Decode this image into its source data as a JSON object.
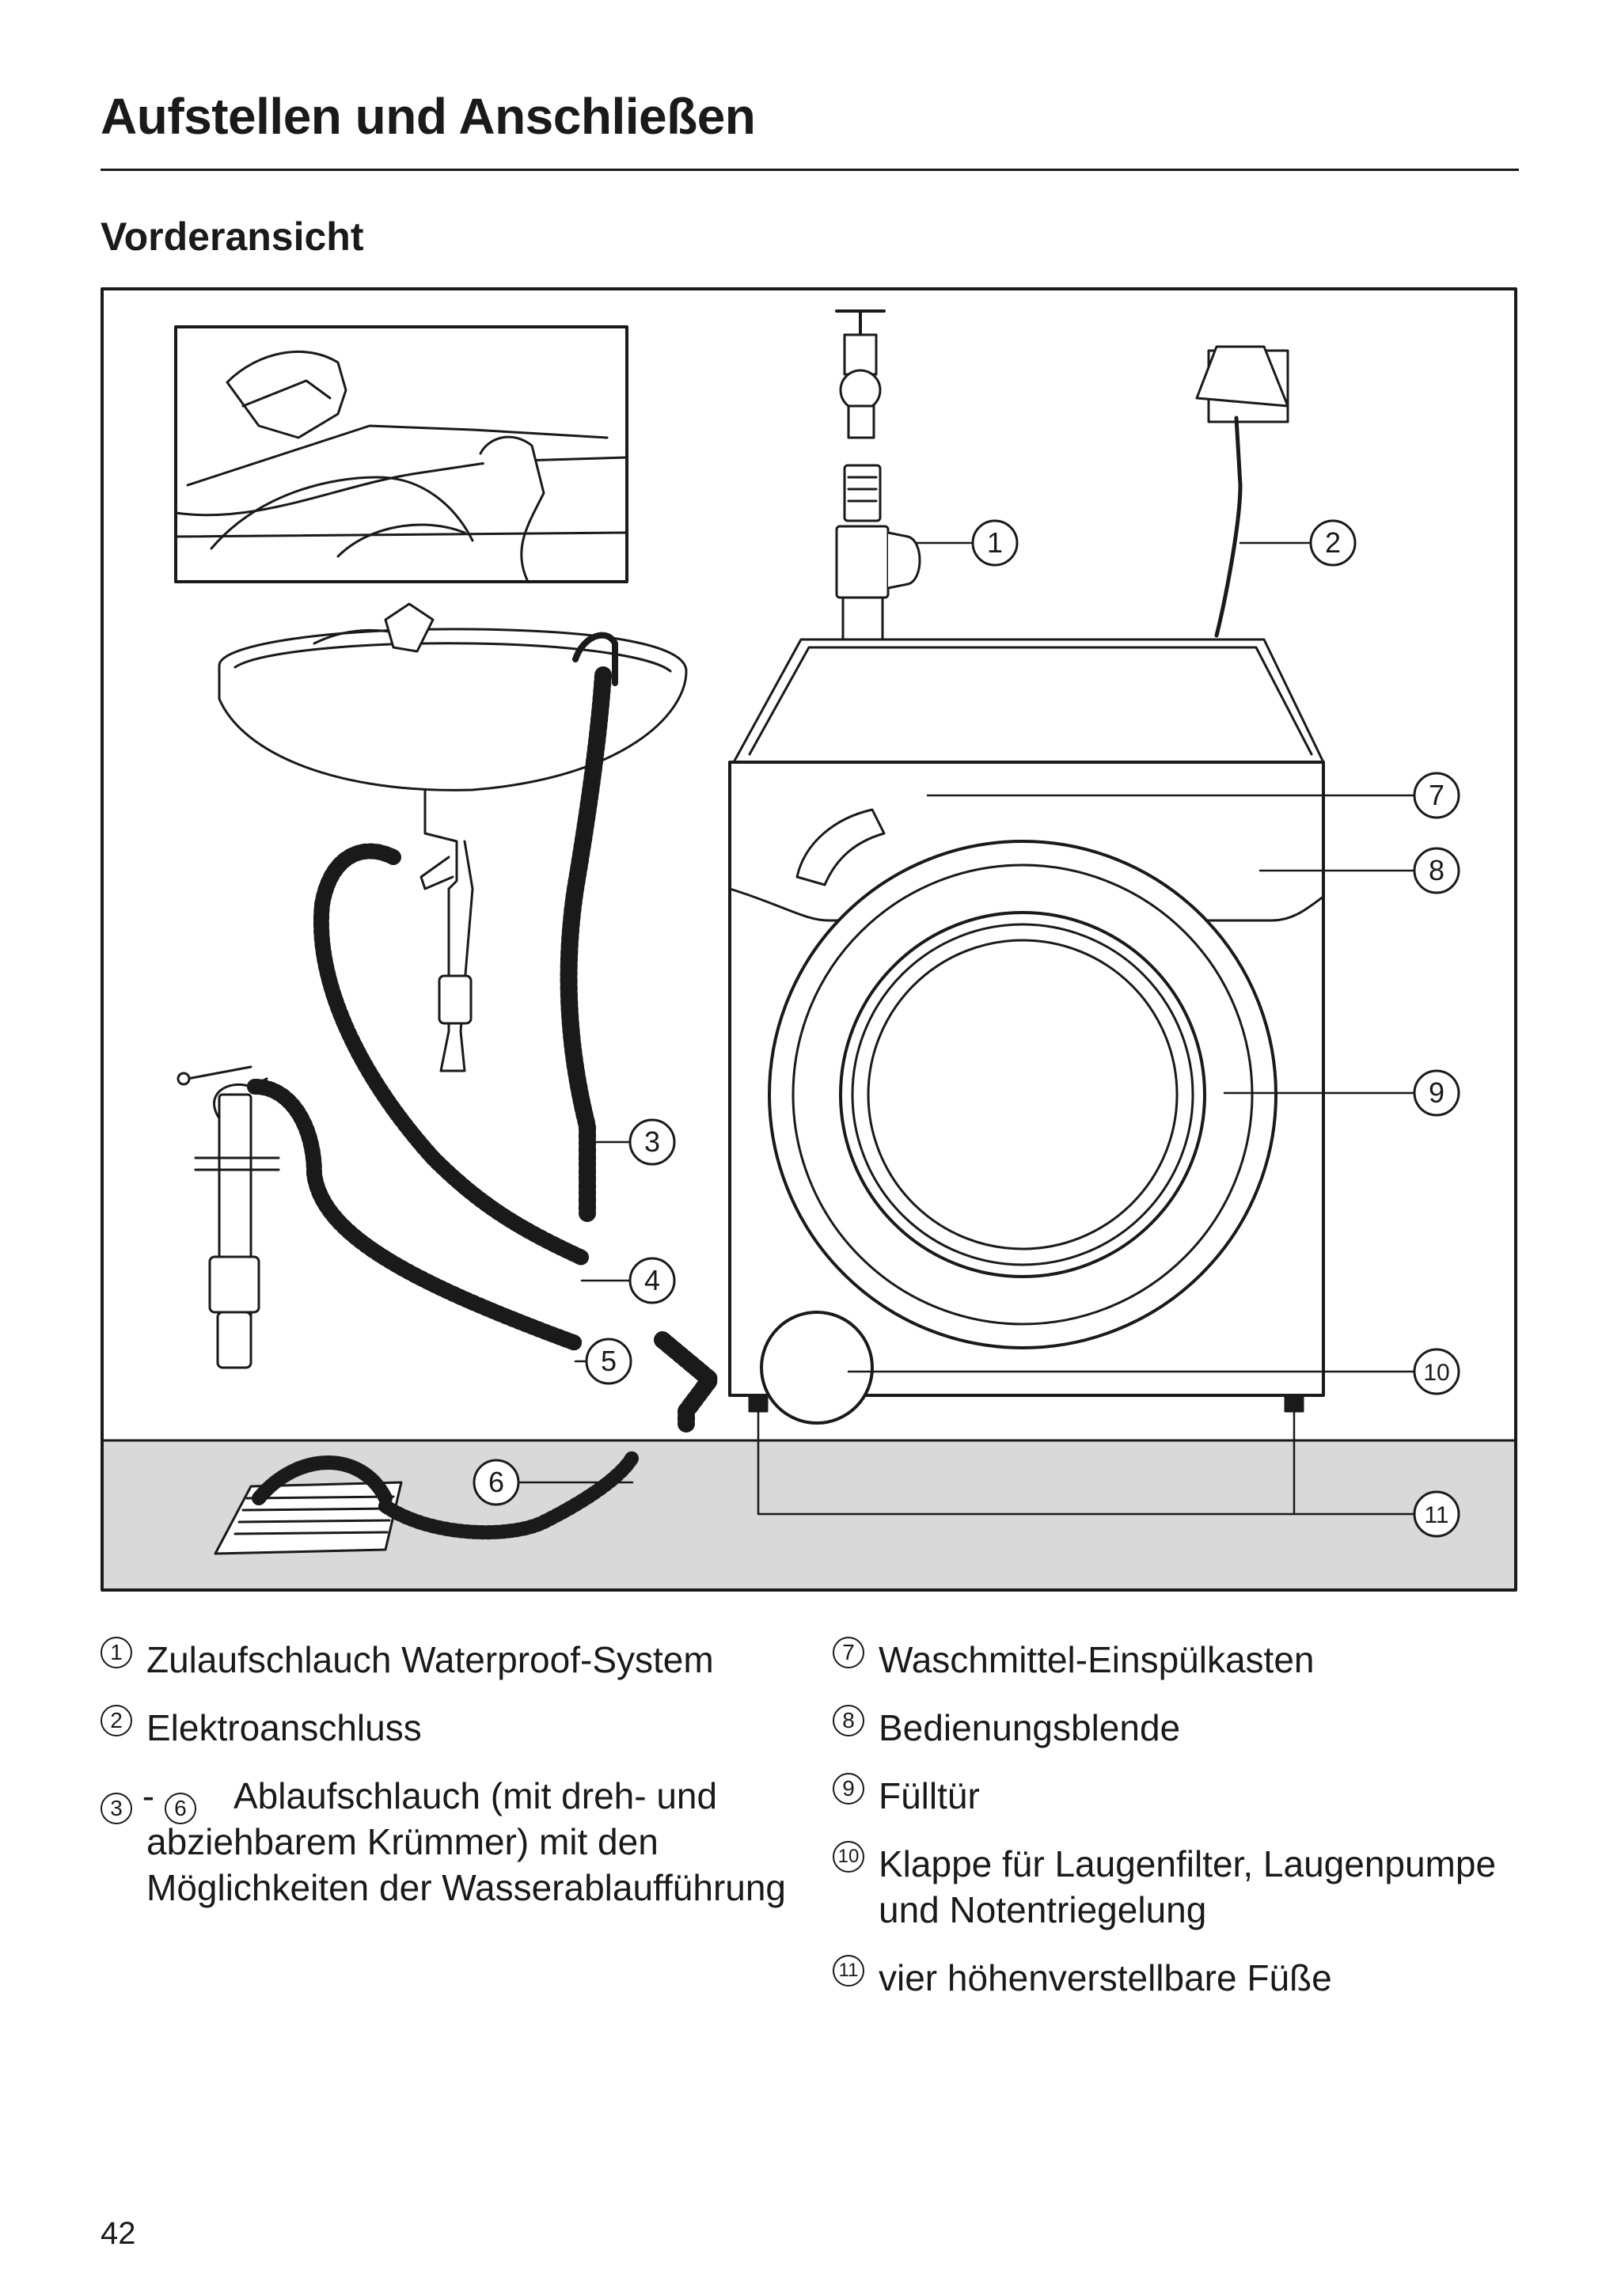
{
  "page": {
    "title": "Aufstellen und Anschließen",
    "subtitle": "Vorderansicht",
    "page_number": "42"
  },
  "figure": {
    "callouts": [
      "1",
      "2",
      "3",
      "4",
      "5",
      "6",
      "7",
      "8",
      "9",
      "10",
      "11"
    ]
  },
  "legend": {
    "left": [
      {
        "num": "1",
        "text": "Zulaufschlauch Waterproof-System"
      },
      {
        "num": "2",
        "text": "Elektroanschluss"
      },
      {
        "num": "3",
        "num2": "6",
        "text": "Ablaufschlauch (mit dreh- und abziehbarem Krümmer) mit den Möglichkeiten der Wasserablaufführung"
      }
    ],
    "right": [
      {
        "num": "7",
        "text": "Waschmittel-Einspülkasten"
      },
      {
        "num": "8",
        "text": "Bedienungsblende"
      },
      {
        "num": "9",
        "text": "Fülltür"
      },
      {
        "num": "10",
        "text": "Klappe für Laugenfilter, Laugenpumpe und Notentriegelung"
      },
      {
        "num": "11",
        "text": "vier höhenverstellbare Füße"
      }
    ]
  }
}
